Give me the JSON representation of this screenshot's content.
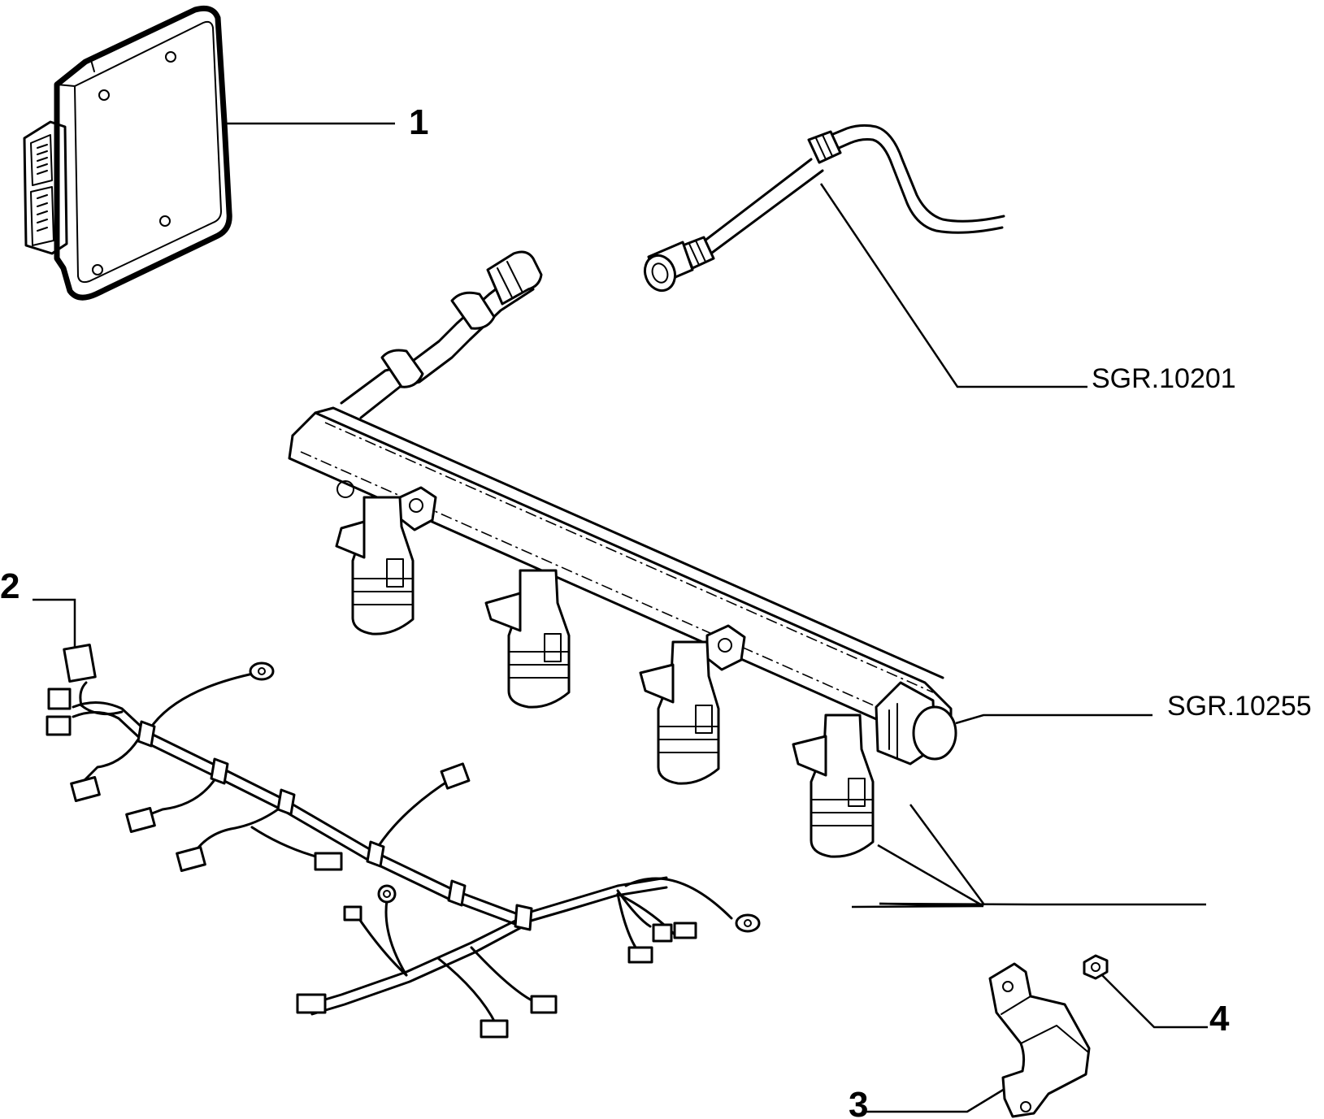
{
  "callouts": {
    "item1": "1",
    "item2": "2",
    "item3": "3",
    "item4": "4",
    "ref_fuel_pipe": "SGR.10201",
    "ref_fuel_rail": "SGR.10255"
  },
  "parts": [
    {
      "callout": "1",
      "icon": "ecu-control-unit"
    },
    {
      "callout": "2",
      "icon": "wiring-harness"
    },
    {
      "callout": "3",
      "icon": "mounting-bracket"
    },
    {
      "callout": "4",
      "icon": "hex-nut"
    },
    {
      "callout": "SGR.10201",
      "icon": "fuel-supply-pipe"
    },
    {
      "callout": "SGR.10255",
      "icon": "fuel-rail-with-injectors"
    }
  ],
  "colors": {
    "line": "#000000",
    "background": "#ffffff"
  }
}
